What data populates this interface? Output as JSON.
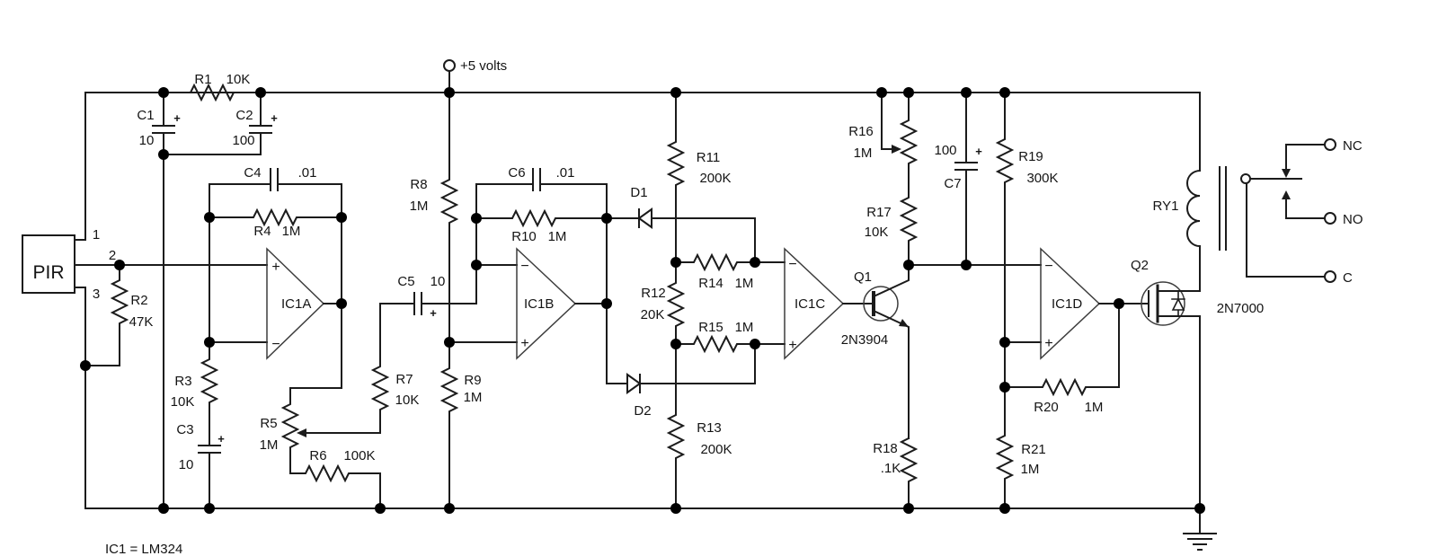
{
  "symbols": {
    "plus": "+",
    "minus": "−"
  },
  "power": {
    "supply_label": "+5 volts",
    "note": "IC1 = LM324"
  },
  "sensor": {
    "ref": "PIR",
    "pin1": "1",
    "pin2": "2",
    "pin3": "3"
  },
  "resistors": {
    "r1": {
      "ref": "R1",
      "value": "10K"
    },
    "r2": {
      "ref": "R2",
      "value": "47K"
    },
    "r3": {
      "ref": "R3",
      "value": "10K"
    },
    "r4": {
      "ref": "R4",
      "value": "1M"
    },
    "r5": {
      "ref": "R5",
      "value": "1M"
    },
    "r6": {
      "ref": "R6",
      "value": "100K"
    },
    "r7": {
      "ref": "R7",
      "value": "10K"
    },
    "r8": {
      "ref": "R8",
      "value": "1M"
    },
    "r9": {
      "ref": "R9",
      "value": "1M"
    },
    "r10": {
      "ref": "R10",
      "value": "1M"
    },
    "r11": {
      "ref": "R11",
      "value": "200K"
    },
    "r12": {
      "ref": "R12",
      "value": "20K"
    },
    "r13": {
      "ref": "R13",
      "value": "200K"
    },
    "r14": {
      "ref": "R14",
      "value": "1M"
    },
    "r15": {
      "ref": "R15",
      "value": "1M"
    },
    "r16": {
      "ref": "R16",
      "value": "1M"
    },
    "r17": {
      "ref": "R17",
      "value": "10K"
    },
    "r18": {
      "ref": "R18",
      "value": ".1K"
    },
    "r19": {
      "ref": "R19",
      "value": "300K"
    },
    "r20": {
      "ref": "R20",
      "value": "1M"
    },
    "r21": {
      "ref": "R21",
      "value": "1M"
    }
  },
  "capacitors": {
    "c1": {
      "ref": "C1",
      "value": "10"
    },
    "c2": {
      "ref": "C2",
      "value": "100"
    },
    "c3": {
      "ref": "C3",
      "value": "10"
    },
    "c4": {
      "ref": "C4",
      "value": ".01"
    },
    "c5": {
      "ref": "C5",
      "value": "10"
    },
    "c6": {
      "ref": "C6",
      "value": ".01"
    },
    "c7": {
      "ref": "C7",
      "value": "100"
    }
  },
  "diodes": {
    "d1": {
      "ref": "D1"
    },
    "d2": {
      "ref": "D2"
    }
  },
  "opamps": {
    "a": {
      "ref": "IC1A"
    },
    "b": {
      "ref": "IC1B"
    },
    "c": {
      "ref": "IC1C"
    },
    "d": {
      "ref": "IC1D"
    }
  },
  "transistors": {
    "q1": {
      "ref": "Q1",
      "part": "2N3904"
    },
    "q2": {
      "ref": "Q2",
      "part": "2N7000"
    }
  },
  "relay": {
    "ref": "RY1",
    "contact_nc": "NC",
    "contact_no": "NO",
    "contact_c": "C"
  }
}
